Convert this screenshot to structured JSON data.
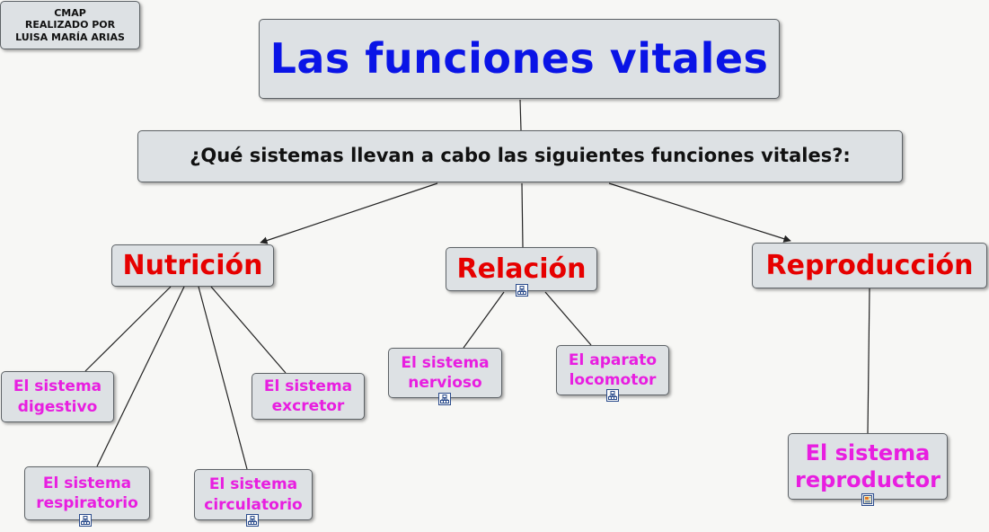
{
  "credit": {
    "label": "CMAP\nREALIZADO POR\nLUISA MARÍA ARIAS"
  },
  "title": {
    "label": "Las funciones vitales"
  },
  "question": {
    "label": "¿Qué sistemas llevan a cabo las siguientes funciones vitales?:"
  },
  "categories": {
    "nutricion": "Nutrición",
    "relacion": "Relación",
    "reproduccion": "Reproducción"
  },
  "systems": {
    "digestivo": "El sistema\ndigestivo",
    "respiratorio": "El sistema\nrespiratorio",
    "circulatorio": "El sistema\ncirculatorio",
    "excretor": "El sistema\nexcretor",
    "nervioso": "El sistema\nnervioso",
    "locomotor": "El aparato\nlocomotor",
    "reproductor": "El sistema\nreproductor"
  },
  "icons": {
    "sub_concept": "concept-map-icon",
    "document": "document-icon"
  },
  "colors": {
    "title": "#0a14e6",
    "category": "#e60000",
    "system": "#e81ee0",
    "node_fill": "#dde1e4",
    "node_border": "#5d6266",
    "link": "#222222"
  }
}
